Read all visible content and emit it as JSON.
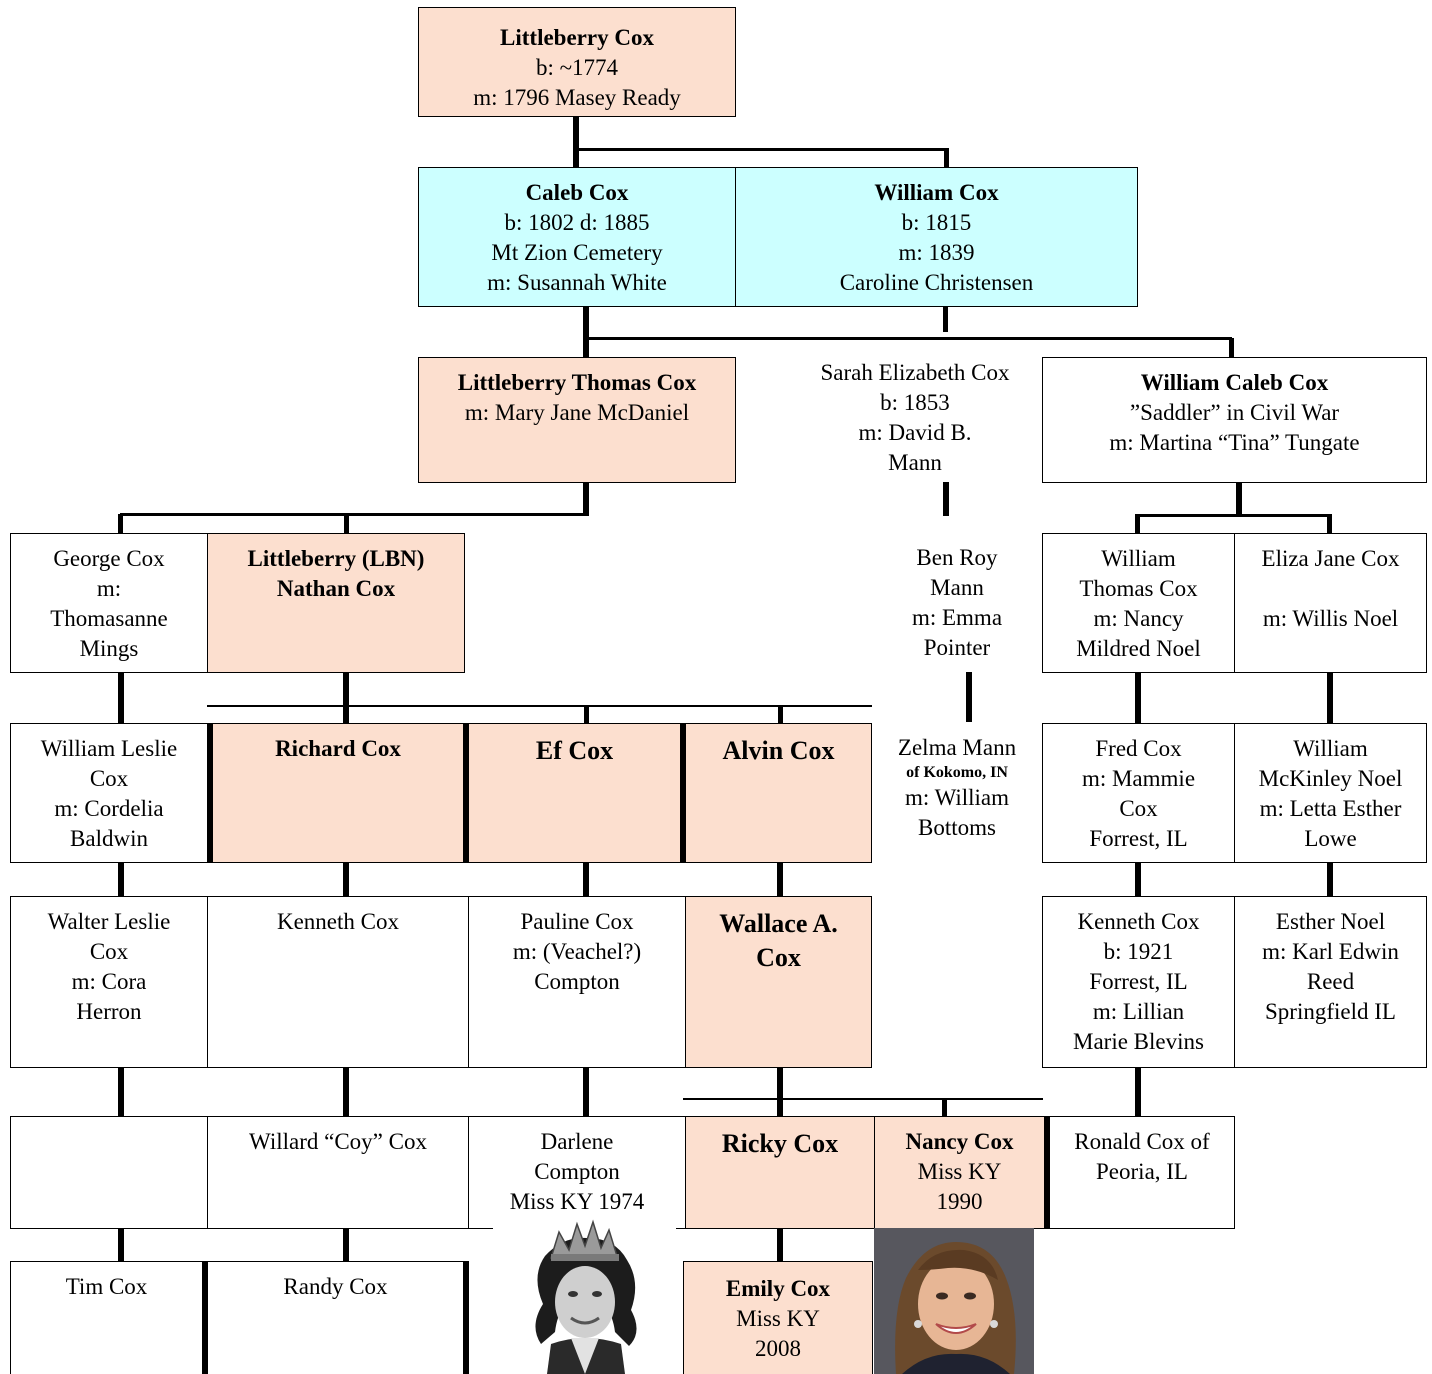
{
  "people": {
    "littleberry": {
      "name": "Littleberry Cox",
      "l1": "b: ~1774",
      "l2": "m: 1796 Masey Ready"
    },
    "caleb": {
      "name": "Caleb Cox",
      "l1": "b: 1802 d: 1885",
      "l2": "Mt Zion Cemetery",
      "l3": "m: Susannah White"
    },
    "william": {
      "name": "William Cox",
      "l1": "b: 1815",
      "l2": "m: 1839",
      "l3": "Caroline Christensen"
    },
    "lt_thomas": {
      "name": "Littleberry Thomas Cox",
      "l1": "m: Mary Jane McDaniel"
    },
    "sarah": {
      "l1": "Sarah Elizabeth Cox",
      "l2": "b: 1853",
      "l3": "m: David B.",
      "l4": "Mann"
    },
    "william_caleb": {
      "name": "William Caleb Cox",
      "l1": "”Saddler” in Civil War",
      "l2": "m: Martina “Tina” Tungate"
    },
    "george": {
      "l1": "George Cox",
      "l2": "m:",
      "l3": "Thomasanne",
      "l4": "Mings"
    },
    "lbn": {
      "l1": "Littleberry (LBN)",
      "l2": "Nathan Cox"
    },
    "ben_roy": {
      "l1": "Ben Roy",
      "l2": "Mann",
      "l3": "m: Emma",
      "l4": "Pointer"
    },
    "william_thomas": {
      "l1": "William",
      "l2": "Thomas Cox",
      "l3": "m: Nancy",
      "l4": "Mildred Noel"
    },
    "eliza": {
      "l1": "Eliza Jane Cox",
      "l2": "m: Willis Noel"
    },
    "william_leslie": {
      "l1": "William Leslie",
      "l2": "Cox",
      "l3": "m: Cordelia",
      "l4": "Baldwin"
    },
    "richard": {
      "name": "Richard Cox"
    },
    "ef": {
      "name": "Ef Cox"
    },
    "alvin": {
      "name": "Alvin Cox"
    },
    "zelma": {
      "l1": "Zelma Mann",
      "l2": "of Kokomo, IN",
      "l3": "m: William",
      "l4": "Bottoms"
    },
    "fred": {
      "l1": "Fred Cox",
      "l2": "m: Mammie",
      "l3": "Cox",
      "l4": "Forrest, IL"
    },
    "william_mckinley": {
      "l1": "William",
      "l2": "McKinley Noel",
      "l3": "m: Letta Esther",
      "l4": "Lowe"
    },
    "walter": {
      "l1": "Walter Leslie",
      "l2": "Cox",
      "l3": "m: Cora",
      "l4": "Herron"
    },
    "kenneth": {
      "l1": "Kenneth Cox"
    },
    "pauline": {
      "l1": "Pauline Cox",
      "l2": "m: (Veachel?)",
      "l3": "Compton"
    },
    "wallace": {
      "l1": "Wallace A.",
      "l2": "Cox"
    },
    "kenneth_1921": {
      "l1": "Kenneth Cox",
      "l2": "b: 1921",
      "l3": "Forrest, IL",
      "l4": "m: Lillian",
      "l5": "Marie Blevins"
    },
    "esther": {
      "l1": "Esther Noel",
      "l2": "m: Karl Edwin",
      "l3": "Reed",
      "l4": "Springfield IL"
    },
    "willard": {
      "l1": "Willard “Coy” Cox"
    },
    "darlene": {
      "l1": "Darlene",
      "l2": "Compton",
      "l3": "Miss KY 1974"
    },
    "ricky": {
      "name": "Ricky Cox"
    },
    "nancy": {
      "name": "Nancy Cox",
      "l1": "Miss KY",
      "l2": "1990"
    },
    "ronald": {
      "l1": "Ronald Cox of",
      "l2": "Peoria, IL"
    },
    "tim": {
      "l1": "Tim Cox"
    },
    "randy": {
      "l1": "Randy Cox"
    },
    "emily": {
      "name": "Emily Cox",
      "l1": "Miss KY",
      "l2": "2008"
    }
  },
  "colors": {
    "peach": "#fcdfcf",
    "cyan": "#ccffff",
    "line": "#000000"
  }
}
